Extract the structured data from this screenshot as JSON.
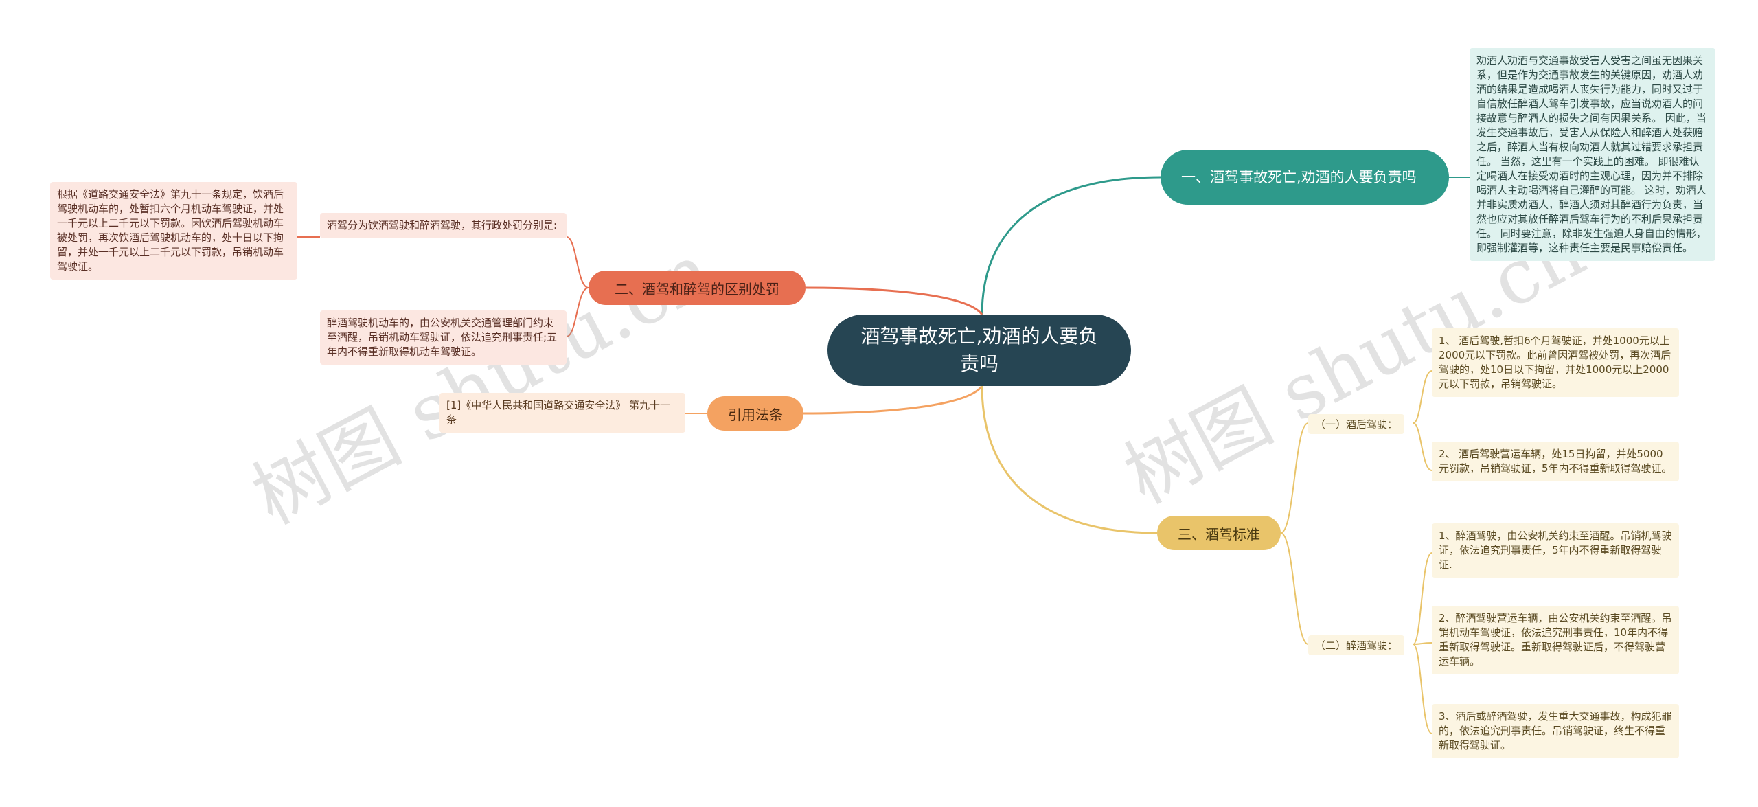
{
  "root": "酒驾事故死亡,劝酒的人要负责吗",
  "branch1": {
    "label": "一、酒驾事故死亡,劝酒的人要负责吗",
    "text": "劝酒人劝酒与交通事故受害人受害之间虽无因果关系，但是作为交通事故发生的关键原因，劝酒人劝酒的结果是造成喝酒人丧失行为能力，同时又过于自信放任醉酒人驾车引发事故，应当说劝酒人的间接故意与醉酒人的损失之间有因果关系。 因此，当发生交通事故后，受害人从保险人和醉酒人处获赔之后，醉酒人当有权向劝酒人就其过错要求承担责任。 当然，这里有一个实践上的困难。 即很难认定喝酒人在接受劝酒时的主观心理，因为并不排除喝酒人主动喝酒将自己灌醉的可能。 这时，劝酒人并非实质劝酒人，醉酒人须对其醉酒行为负责，当然也应对其放任醉酒后驾车行为的不利后果承担责任。 同时要注意，除非发生强迫人身自由的情形，即强制灌酒等，这种责任主要是民事赔偿责任。"
  },
  "branch2": {
    "label": "二、酒驾和醉驾的区别处罚",
    "leaf1": "酒驾分为饮酒驾驶和醉酒驾驶，其行政处罚分别是:",
    "leaf1_detail": "根据《道路交通安全法》第九十一条规定，饮酒后驾驶机动车的，处暂扣六个月机动车驾驶证，并处一千元以上二千元以下罚款。因饮酒后驾驶机动车被处罚，再次饮酒后驾驶机动车的，处十日以下拘留，并处一千元以上二千元以下罚款，吊销机动车驾驶证。",
    "leaf2": "醉酒驾驶机动车的，由公安机关交通管理部门约束至酒醒，吊销机动车驾驶证，依法追究刑事责任;五年内不得重新取得机动车驾驶证。"
  },
  "branch3": {
    "label": "引用法条",
    "leaf": "[1]《中华人民共和国道路交通安全法》 第九十一条"
  },
  "branch4": {
    "label": "三、酒驾标准",
    "sub1": {
      "label": "（一）酒后驾驶：",
      "items": [
        "1、 酒后驾驶,暂扣6个月驾驶证，并处1000元以上2000元以下罚款。此前曾因酒驾被处罚，再次酒后驾驶的，处10日以下拘留，并处1000元以上2000元以下罚款，吊销驾驶证。",
        "2、 酒后驾驶营运车辆，处15日拘留，并处5000元罚款，吊销驾驶证，5年内不得重新取得驾驶证。"
      ]
    },
    "sub2": {
      "label": "（二）醉酒驾驶：",
      "items": [
        "1、醉酒驾驶，由公安机关约束至酒醒。吊销机驾驶证，依法追究刑事责任，5年内不得重新取得驾驶证.",
        "2、醉酒驾驶营运车辆，由公安机关约束至酒醒。吊销机动车驾驶证，依法追究刑事责任，10年内不得重新取得驾驶证。重新取得驾驶证后，不得驾驶营运车辆。",
        "3、酒后或醉酒驾驶，发生重大交通事故，构成犯罪的，依法追究刑事责任。吊销驾驶证，终生不得重新取得驾驶证。"
      ]
    }
  },
  "watermarks": [
    "树图 shutu.cn",
    "树图 shutu.cn"
  ],
  "colors": {
    "root": "#264553",
    "branch1": "#2e9a8b",
    "branch2": "#e76f51",
    "branch3": "#f4a261",
    "branch4": "#e9c46a"
  }
}
